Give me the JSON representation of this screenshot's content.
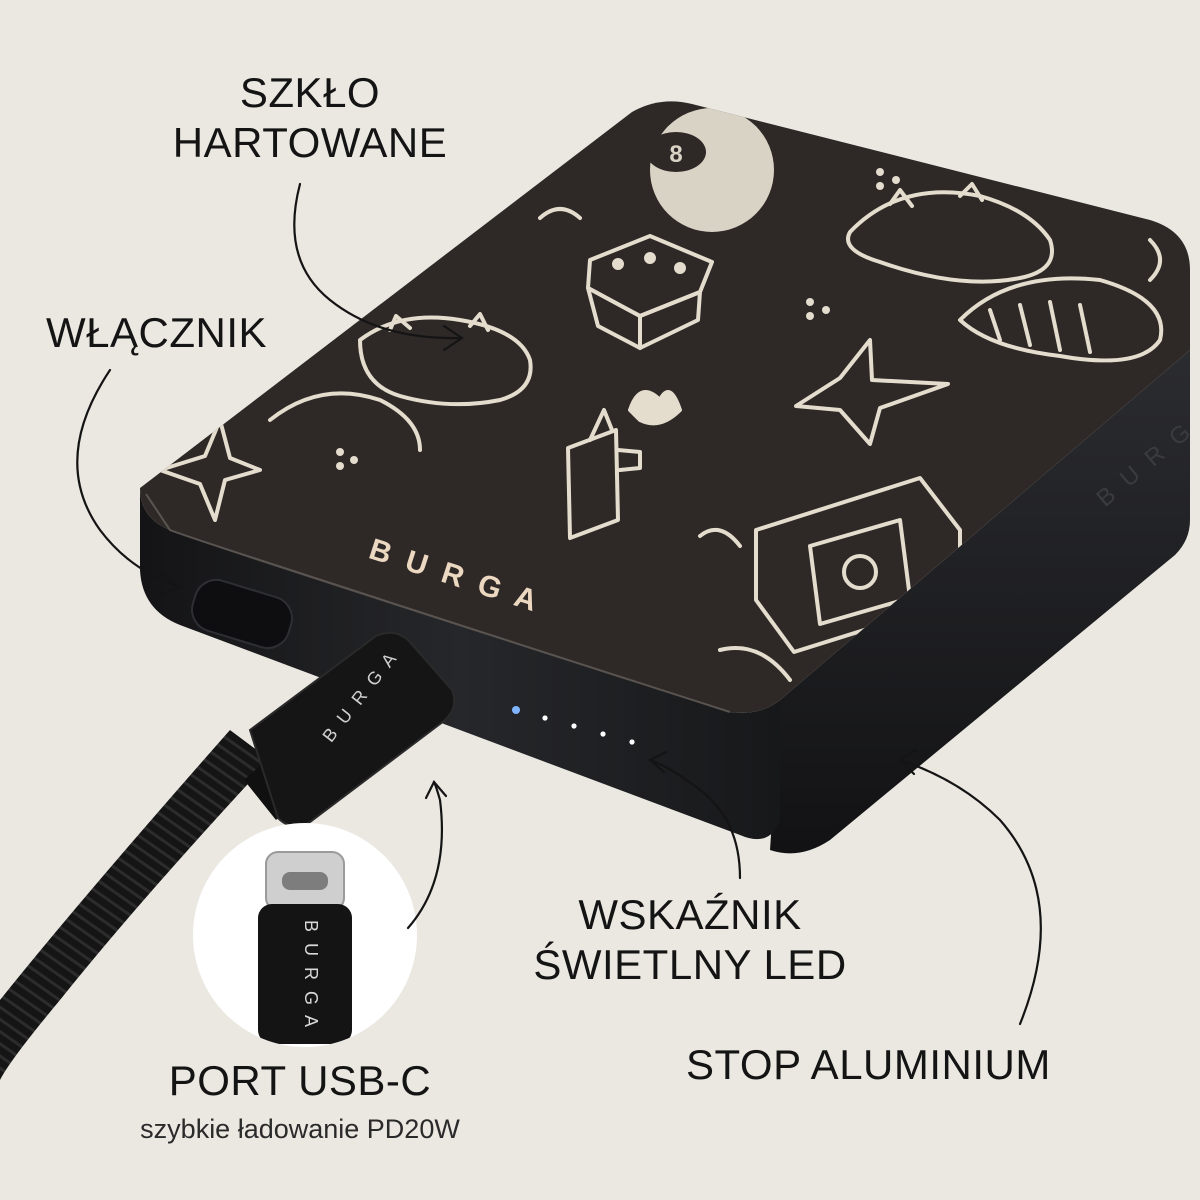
{
  "labels": {
    "glass": [
      "SZKŁO",
      "HARTOWANE"
    ],
    "power_button": "WŁĄCZNIK",
    "led": [
      "WSKAŹNIK",
      "ŚWIETLNY LED"
    ],
    "aluminium": "STOP ALUMINIUM",
    "port": "PORT USB-C",
    "port_sub": "szybkie ładowanie PD20W"
  },
  "brand": {
    "top_logo": "B U R G A",
    "side_logo": "B U R G",
    "cable_logo": "B U R G A",
    "inset_logo": "B U R G A"
  },
  "colors": {
    "background": "#ebe8e2",
    "device_top": "#2e2927",
    "device_body": "#1f1f21",
    "illustration": "#e4dccd",
    "led_active": "#7fb4ff",
    "led_idle": "#ffffff"
  },
  "led_indicator": {
    "total": 5,
    "active": 1
  }
}
